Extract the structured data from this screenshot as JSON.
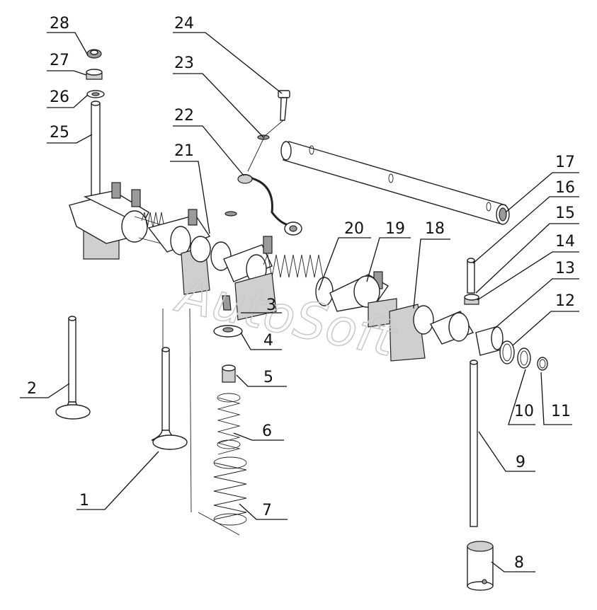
{
  "watermark": "AutoSoft",
  "callouts": [
    {
      "id": "c1",
      "label": "1"
    },
    {
      "id": "c2",
      "label": "2"
    },
    {
      "id": "c3",
      "label": "3"
    },
    {
      "id": "c4",
      "label": "4"
    },
    {
      "id": "c5",
      "label": "5"
    },
    {
      "id": "c6",
      "label": "6"
    },
    {
      "id": "c7",
      "label": "7"
    },
    {
      "id": "c8",
      "label": "8"
    },
    {
      "id": "c9",
      "label": "9"
    },
    {
      "id": "c10",
      "label": "10"
    },
    {
      "id": "c11",
      "label": "11"
    },
    {
      "id": "c12",
      "label": "12"
    },
    {
      "id": "c13",
      "label": "13"
    },
    {
      "id": "c14",
      "label": "14"
    },
    {
      "id": "c15",
      "label": "15"
    },
    {
      "id": "c16",
      "label": "16"
    },
    {
      "id": "c17",
      "label": "17"
    },
    {
      "id": "c18",
      "label": "18"
    },
    {
      "id": "c19",
      "label": "19"
    },
    {
      "id": "c20",
      "label": "20"
    },
    {
      "id": "c21",
      "label": "21"
    },
    {
      "id": "c22",
      "label": "22"
    },
    {
      "id": "c23",
      "label": "23"
    },
    {
      "id": "c24",
      "label": "24"
    },
    {
      "id": "c25",
      "label": "25"
    },
    {
      "id": "c26",
      "label": "26"
    },
    {
      "id": "c27",
      "label": "27"
    },
    {
      "id": "c28",
      "label": "28"
    }
  ]
}
